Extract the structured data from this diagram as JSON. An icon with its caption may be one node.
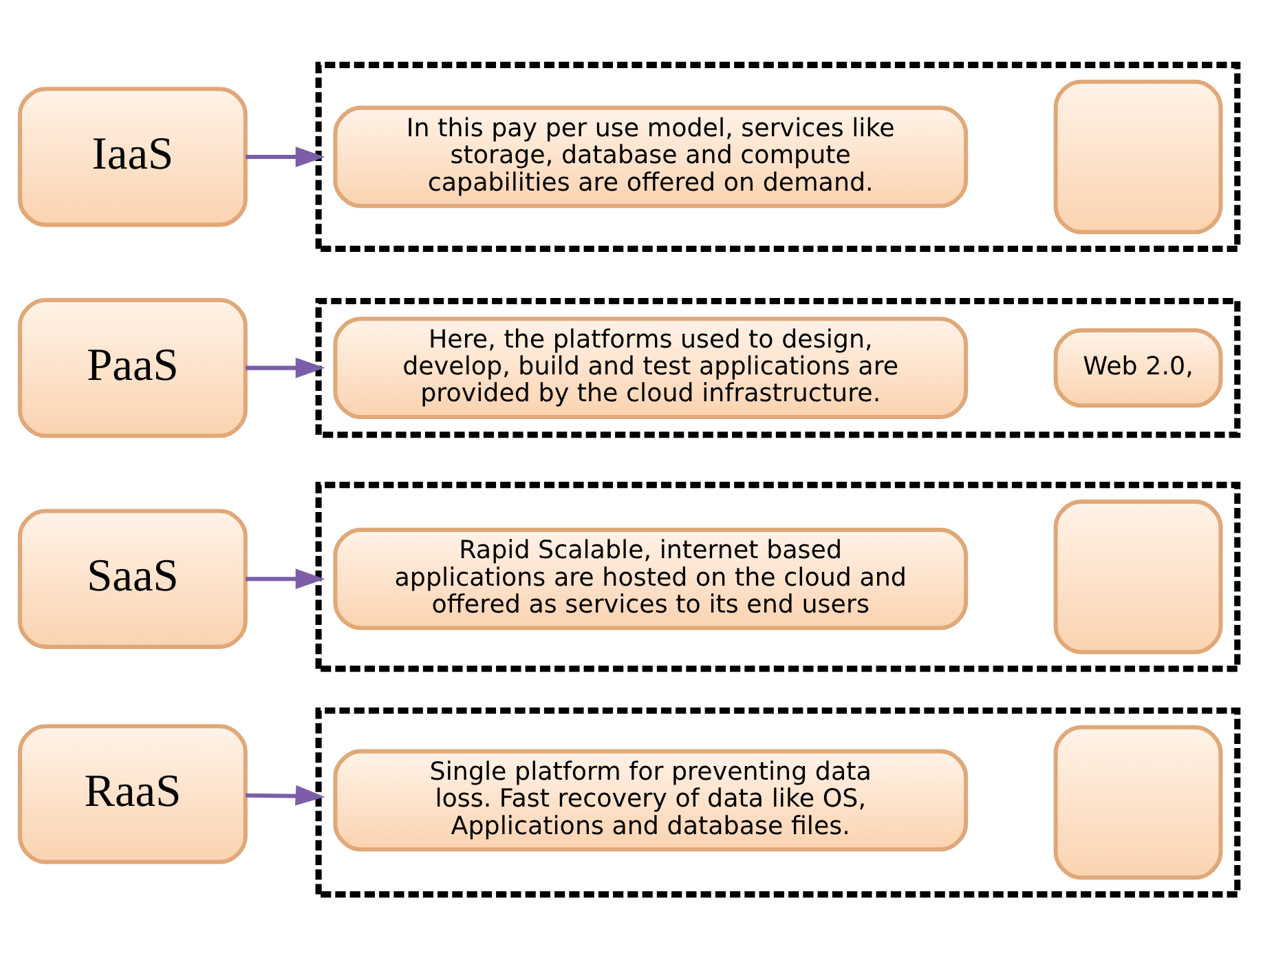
{
  "diagram": {
    "nodes": [
      {
        "text": [
          "IaaS"
        ]
      },
      {
        "text": [],
        "shape": "box"
      },
      {
        "text": [
          "In this pay per use model, services like storage, database and compute capabilities are offered on demand."
        ],
        "in": 1
      },
      {
        "text": [],
        "shape": "box",
        "in": 1
      },
      {
        "text": [
          "PaaS"
        ]
      },
      {
        "text": [],
        "shape": "box"
      },
      {
        "text": [
          "Here, the platforms used to design, develop, build and test applications are provided by the cloud infrastructure."
        ],
        "in": 5
      },
      {
        "text": [
          "Web 2.0,"
        ],
        "in": 5
      },
      {
        "text": [
          "SaaS"
        ]
      },
      {
        "text": [],
        "shape": "box"
      },
      {
        "text": [
          "Rapid Scalable, internet based applications are hosted on the cloud and offered as services to its end users"
        ],
        "in": 9
      },
      {
        "text": [],
        "shape": "box",
        "in": 9
      },
      {
        "text": [
          "RaaS"
        ]
      },
      {
        "text": [],
        "shape": "box"
      },
      {
        "text": [
          "Single platform for preventing data loss. Fast recovery of data like OS, Applications and database files."
        ],
        "in": 13
      },
      {
        "text": [],
        "shape": "box",
        "in": 13
      }
    ],
    "edges": [
      {
        "from": 0,
        "to": 1,
        "arrow": "to"
      },
      {
        "from": 4,
        "to": 5,
        "arrow": "to"
      },
      {
        "from": 8,
        "to": 9,
        "arrow": "to"
      },
      {
        "from": 12,
        "to": 13,
        "arrow": "to"
      }
    ]
  }
}
